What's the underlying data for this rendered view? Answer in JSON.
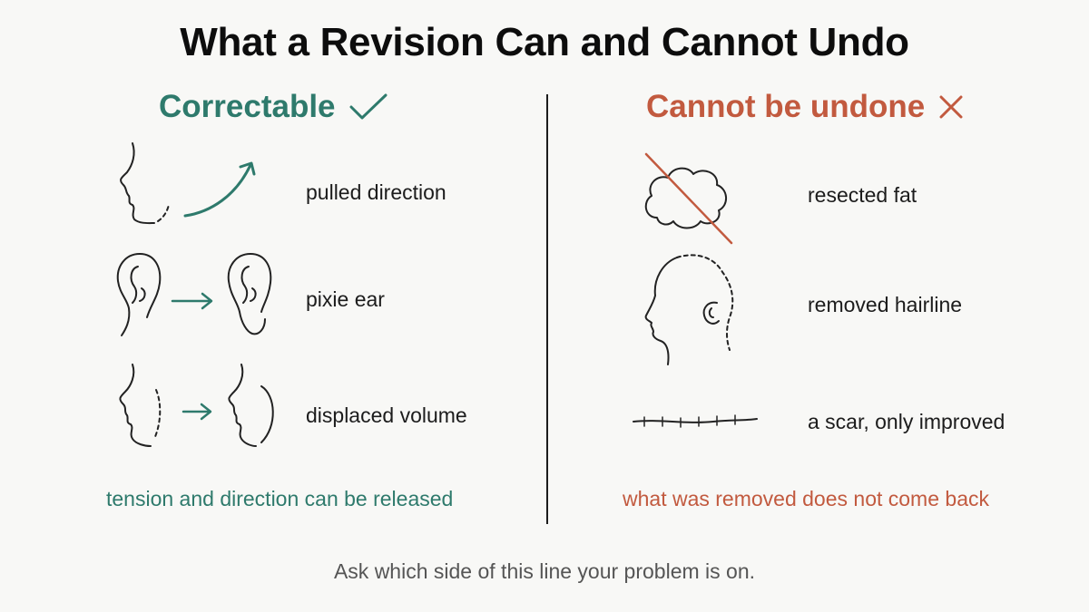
{
  "title": "What a Revision Can and Cannot Undo",
  "left": {
    "heading": "Correctable",
    "heading_icon": "check-icon",
    "color": "#2e7a6c",
    "items": [
      {
        "label": "pulled direction",
        "icon": "face-profile-pull-icon"
      },
      {
        "label": "pixie ear",
        "icon": "ear-correction-icon"
      },
      {
        "label": "displaced volume",
        "icon": "face-volume-icon"
      }
    ],
    "summary": "tension and direction can be released"
  },
  "right": {
    "heading": "Cannot be undone",
    "heading_icon": "cross-icon",
    "color": "#c25a3f",
    "items": [
      {
        "label": "resected fat",
        "icon": "crossed-out-fat-icon"
      },
      {
        "label": "removed hairline",
        "icon": "head-hairline-icon"
      },
      {
        "label": "a scar, only improved",
        "icon": "scar-line-icon"
      }
    ],
    "summary": "what was removed does not come back"
  },
  "footer": "Ask which side of this line your problem is on."
}
